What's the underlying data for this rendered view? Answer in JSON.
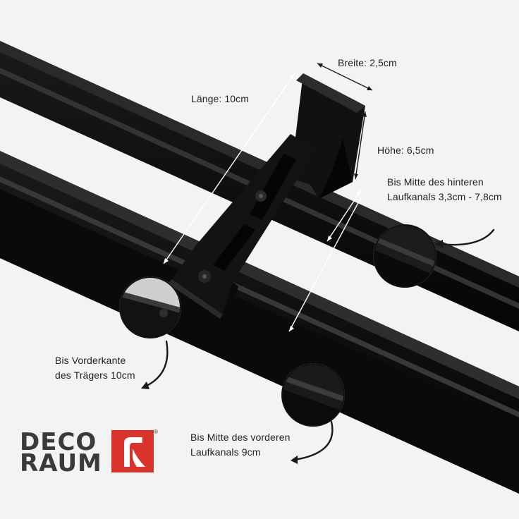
{
  "annotations": {
    "breite": "Breite: 2,5cm",
    "laenge": "Länge: 10cm",
    "hoehe": "Höhe: 6,5cm",
    "hinterer_line1": "Bis Mitte des  hinteren",
    "hinterer_line2": "Laufkanals 3,3cm - 7,8cm",
    "vorderkante_line1": "Bis Vorderkante",
    "vorderkante_line2": "des Trägers 10cm",
    "vorderer_line1": "Bis Mitte des vorderen",
    "vorderer_line2": "Laufkanals 9cm"
  },
  "logo": {
    "line1": "DECO",
    "line2": "RAUM",
    "registered": "®",
    "brand_color": "#d9342b"
  },
  "colors": {
    "background": "#f3f3f3",
    "rail": "#141414",
    "text": "#1f1f1f",
    "logo_text": "#3a3a3a"
  }
}
